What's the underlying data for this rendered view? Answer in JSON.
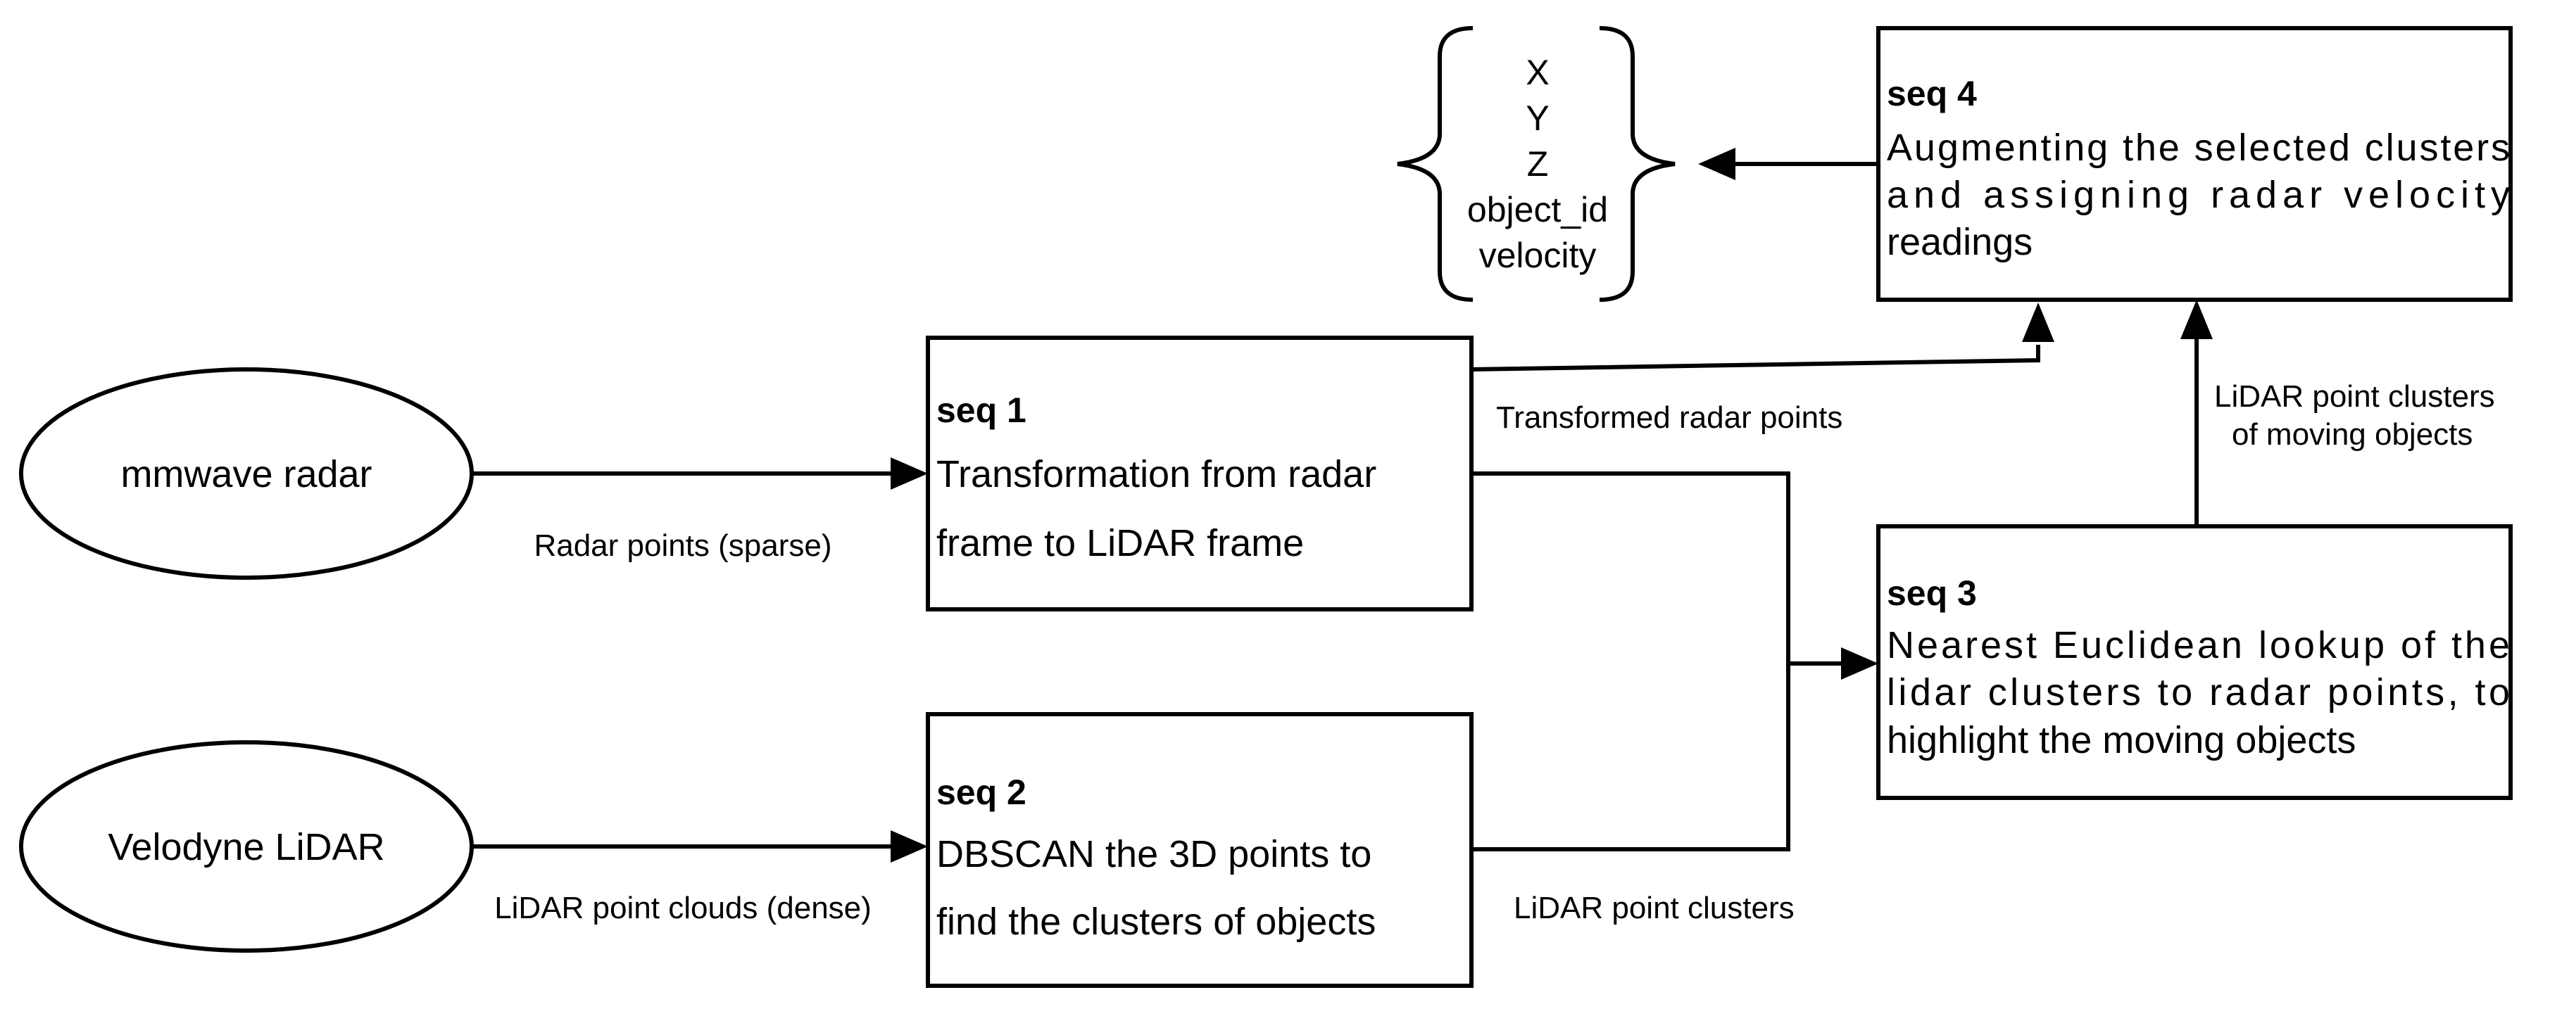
{
  "sources": {
    "radar": "mmwave radar",
    "lidar": "Velodyne LiDAR"
  },
  "steps": {
    "seq1": {
      "title": "seq 1",
      "lines": [
        "Transformation from radar",
        "frame to LiDAR frame"
      ]
    },
    "seq2": {
      "title": "seq 2",
      "lines": [
        "DBSCAN the 3D points to",
        "find the clusters of objects"
      ]
    },
    "seq3": {
      "title": "seq 3",
      "lines": [
        "Nearest Euclidean lookup of the",
        "lidar clusters to radar points, to",
        "highlight the moving objects"
      ]
    },
    "seq4": {
      "title": "seq 4",
      "lines": [
        "Augmenting the selected clusters",
        "and assigning radar velocity",
        "readings"
      ]
    }
  },
  "edges": {
    "radar_points": "Radar points (sparse)",
    "lidar_clouds": "LiDAR point clouds (dense)",
    "transformed_radar": "Transformed radar points",
    "lidar_clusters": "LiDAR point clusters",
    "moving_clusters": [
      "LiDAR point clusters",
      "of moving objects"
    ]
  },
  "output_fields": [
    "X",
    "Y",
    "Z",
    "object_id",
    "velocity"
  ]
}
